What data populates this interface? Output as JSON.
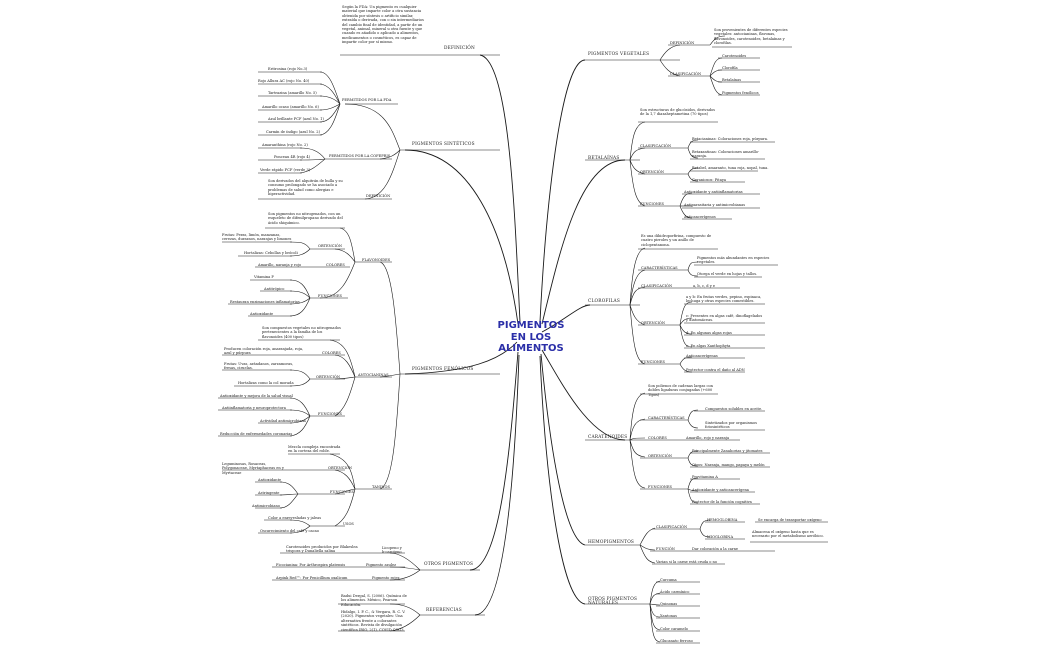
{
  "center": {
    "line1": "PIGMENTOS",
    "line2": "EN LOS",
    "line3": "ALIMENTOS"
  },
  "left": {
    "definicion": {
      "label": "DEFINICIÓN",
      "text": "Según la FDA: Un pigmento es cualquier material que imparte color a otra sustancia obtenida por síntesis o artificio similar, extraída o derivada, con o sin intermediarios del cambio final de identidad, a partir de un vegetal, animal, mineral u otra fuente y que cuando es añadido o aplicado a alimentos, medicamentos o cosméticos, es capaz de impartir color por sí mismo."
    },
    "sinteticos": {
      "label": "PIGMENTOS SINTÉTICOS",
      "fda": {
        "label": "PERMITIDOS POR LA FDA",
        "items": [
          "Eritrosina (rojo No.3)",
          "Rojo Allura AC (rojo No. 40)",
          "Tartrazina (amarillo No. 5)",
          "Amarillo ocaso (amarillo No. 6)",
          "Azul brillante FCF (azul No. 1)",
          "Carmín de índigo (azul No. 2)"
        ]
      },
      "cofepris": {
        "label": "PERMITIDOS POR LA COFEPRIS",
        "items": [
          "Amaranthina (rojo No. 2)",
          "Ponceau 4R (rojo 4)",
          "Verde rápido FCF (verde 3)"
        ]
      },
      "def": {
        "label": "DEFINICIÓN",
        "text": "Son derivados del alquitrán de hulla y su consumo prolongado se ha asociado a problemas de salud como alergias e hiperactividad."
      }
    },
    "fenolicos": {
      "label": "PIGMENTOS FENÓLICOS",
      "flav": {
        "label": "FLAVONOIDES",
        "text": "Son pigmentos no nitrogenados, con un esqueleto de difenilpropano derivado del ácido shiquímico.",
        "obtencion": {
          "label": "OBTENCIÓN",
          "a": "Frutas: Peras, limón, manzanas, cerezas, duraznos, naranjas y limones",
          "b": "Hortalizas: Cebollas y brócoli"
        },
        "colores": {
          "label": "COLORES",
          "text": "Amarillo, naranja y rojo"
        },
        "funciones": {
          "label": "FUNCIONES",
          "items": [
            "Vitamina P",
            "Antitrópico",
            "Restauran enzimaciones inflamatorias",
            "Antioxidante"
          ]
        }
      },
      "anto": {
        "label": "ANTOCIANINAS",
        "text": "Son compuestos vegetales no nitrogenados pertenecientes a la familia de los flavonoides (400 tipos)",
        "colores": {
          "label": "COLORES",
          "text": "Producen coloración roja, anaranjada, roja, azul y púrpura"
        },
        "obtencion": {
          "label": "OBTENCIÓN",
          "a": "Frutas: Uvas, arándanos, zarzamoras, fresas, ciruelas.",
          "b": "Hortalizas como la col morada"
        },
        "funciones": {
          "label": "FUNCIONES",
          "items": [
            "Antioxidante y mejora de la salud visual",
            "Antiinflamatoria y neuroprotectora",
            "Actividad antimicrobiana",
            "Reducción de enfermedades coronarias"
          ]
        }
      },
      "tan": {
        "label": "TANINOS",
        "text": "Mezcla compleja encontrada en la corteza del roble.",
        "obtencion": {
          "label": "OBTENCIÓN",
          "text": "Leguminosas, Rosaceas, Polygonaceae, Myrtaphaceas en y Myrtaceae"
        },
        "funciones": {
          "label": "FUNCIONES",
          "items": [
            "Antioxidante",
            "Astringente",
            "Antimicrobiano"
          ]
        },
        "usos": {
          "label": "USOS",
          "items": [
            "Color a enrevesladas y jaleas",
            "Oscurecimiento del café y cacao"
          ]
        }
      }
    },
    "otros": {
      "label": "OTROS PIGMENTOS",
      "items": [
        {
          "a": "Carotenoides producidos por Blakeslea trispora y Dunaliella salina",
          "b": "Licopeno y b-caroteno"
        },
        {
          "a": "Ficocianina: Por Arthrospira platensis",
          "b": "Pigmento azulez"
        },
        {
          "a": "Arpink Red™: Por Penicillium oxalicum",
          "b": "Pigmento rojez"
        }
      ]
    },
    "referencias": {
      "label": "REFERENCIAS",
      "items": [
        "Badui Dergal, S. (2006). Química de los alimentos. México, Pearson Educación.",
        "Hidalgo, I. P. C., & Vergara, R. C. V. (2020). Pigmentos vegetales: Una alternativa frente a colorantes sintéticos. Revista de divulgación científica IBIO, 2(1), COVID COG3"
      ]
    }
  },
  "right": {
    "vegetales": {
      "label": "PIGMENTOS VEGETALES",
      "definicion": {
        "label": "DEFINICIÓN",
        "text": "Son provenientes de diferentes especies vegetales: antocianinas, flavonas, flavonoides, carotenoides, betalaínas y clorofilas."
      },
      "clasif": {
        "label": "CLASIFICACIÓN",
        "items": [
          "Carotenoides",
          "Clorofila",
          "Betalaínas",
          "Pigmentos fenólicos"
        ]
      }
    },
    "betalainas": {
      "label": "BETALAÍNAS",
      "text": "Son estructuras de glucósidos, derivados de la 1,7 diazaheptametina (70 tipos)",
      "clasif": {
        "label": "CLASIFICACIÓN",
        "a": "Betacianinas: Coloraciones roja, púrpura.",
        "b": "Betaxantinas: Coloraciones amarillo-naranja."
      },
      "obtencion": {
        "label": "OBTENCIÓN",
        "a": "Betabel, amaranto, tuna roja, nopal, tuna.",
        "b": "Geraniosos: Pitaya"
      },
      "funciones": {
        "label": "FUNCIONES",
        "items": [
          "Antioxidante y antiinflamatorias",
          "Antiparasitaria y antimicrobianas",
          "Anticancerígenos"
        ]
      }
    },
    "clorofilas": {
      "label": "CLOROFILAS",
      "text": "Es una dihidroporfirina, compuesto de cuatro pirroles y un anillo de ciclopentanona.",
      "caract": {
        "label": "CARACTERÍSTICAS",
        "a": "Pigmentos más abundantes en especies vegetales.",
        "b": "Otorga el verde en hojas y tallos."
      },
      "clasif": {
        "label": "CLASIFICACIÓN",
        "text": "a, b, c, d y e"
      },
      "obtencion": {
        "label": "OBTENCIÓN",
        "items": [
          "a y b: En frutas verdes, pepino, espinaca, lechuga y otras especies comestibles.",
          "c: Presentes en algas café, dinoflagelados y diatomáceas.",
          "d: En algunas algas rojas",
          "e: En algas Xanthophyta"
        ]
      },
      "funciones": {
        "label": "FUNCIONES",
        "items": [
          "Anticancerígenas",
          "Protector contra el daño al ADN"
        ]
      }
    },
    "caratenoides": {
      "label": "CARATENOIDES",
      "text": "Son polienos de cadenas largas con dobles ligaduras conjugadas (+600 Tipos)",
      "caract": {
        "label": "CARACTERÍSTICAS",
        "a": "Compuestos solubles en aceite.",
        "b": "Sintetizados por organismos fotosintéticos"
      },
      "colores": {
        "label": "COLORES",
        "text": "Amarillo, rojo y naranja"
      },
      "obtencion": {
        "label": "OBTENCIÓN",
        "a": "Principalmente Zanahorias y jitomates",
        "b": "Otros: Naranja, mango, papaya y melón"
      },
      "funciones": {
        "label": "FUNCIONES",
        "items": [
          "Provitamina A",
          "Antioxidante y anticancerígena",
          "Protector de la función cognitiva"
        ]
      }
    },
    "hemo": {
      "label": "HEMOPIGMENTOS",
      "clasif": {
        "label": "CLASIFICACIÓN",
        "hemo": "HEMOGLOBINA",
        "hemo_t": "Se encarga de transportar oxígeno",
        "mio": "MIOGLOBINA",
        "mio_t": "Almacena el oxígeno hasta que es necesario por el metabolismo aeróbico."
      },
      "funcion": {
        "label": "FUNCIÓN",
        "text": "Dar coloración a la carne"
      },
      "extra": "Varian si la carne está cruda o no"
    },
    "naturales": {
      "label": "OTROS PIGMENTOS NATURALES",
      "items": [
        "Curcuma",
        "Ácido carmínico",
        "Quinonas",
        "Xantonas",
        "Color caramelo",
        "Glucanato ferroso"
      ]
    }
  }
}
